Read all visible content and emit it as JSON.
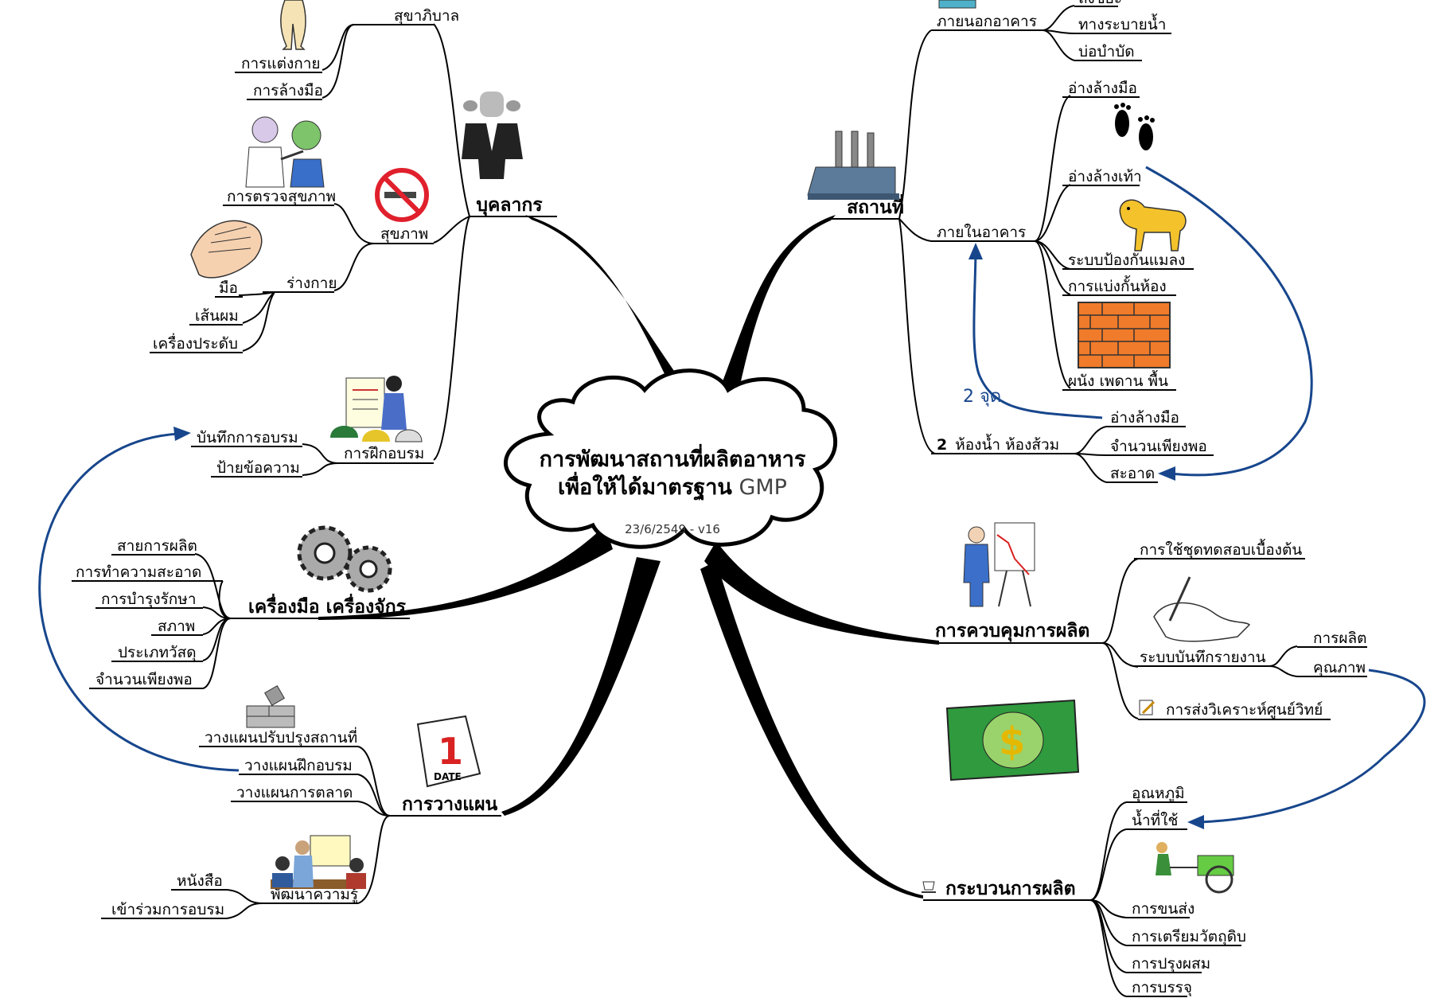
{
  "colors": {
    "arrow": "#17468c",
    "line": "#000000",
    "cloud_fill": "#ffffff"
  },
  "center": {
    "title_line1": "การพัฒนาสถานที่ผลิตอาหาร",
    "title_line2_bold": "เพื่อให้ได้มาตรฐาน",
    "title_line2_light": " GMP",
    "subtitle": "23/6/2549 - v16"
  },
  "branches": {
    "personnel": {
      "label": "บุคลากร",
      "sanitation": "สุขาภิบาล",
      "dressing": "การแต่งกาย",
      "handwash": "การล้างมือ",
      "health": "สุขภาพ",
      "health_check": "การตรวจสุขภาพ",
      "body": "ร่างกาย",
      "hand": "มือ",
      "hair": "เส้นผม",
      "jewelry": "เครื่องประดับ",
      "training": "การฝึกอบรม",
      "training_record": "บันทึกการอบรม",
      "signage": "ป้ายข้อความ"
    },
    "place": {
      "label": "สถานที่",
      "outside": "ภายนอกอาคาร",
      "outside_top": "ถังขยะ",
      "drainage": "ทางระบายน้ำ",
      "treatment_pond": "บ่อบำบัด",
      "inside": "ภายในอาคาร",
      "handwash_sink": "อ่างล้างมือ",
      "footbath": "อ่างล้างเท้า",
      "pest_control": "ระบบป้องกันแมลง",
      "partition": "การแบ่งกั้นห้อง",
      "walls": "ผนัง เพดาน พื้น",
      "restroom_num": "2",
      "restroom": "ห้องน้ำ ห้องส้วม",
      "restroom_sink": "อ่างล้างมือ",
      "sufficient": "จำนวนเพียงพอ",
      "clean": "สะอาด",
      "note_2points": "2 จุด"
    },
    "tools": {
      "label": "เครื่องมือ เครื่องจักร",
      "line": "สายการผลิต",
      "cleaning": "การทำความสะอาด",
      "maintenance": "การบำรุงรักษา",
      "condition": "สภาพ",
      "material": "ประเภทวัสดุ",
      "enough": "จำนวนเพียงพอ"
    },
    "planning": {
      "label": "การวางแผน",
      "improve": "วางแผนปรับปรุงสถานที่",
      "train": "วางแผนฝึกอบรม",
      "market": "วางแผนการตลาด",
      "knowledge": "พัฒนาความรู้",
      "books": "หนังสือ",
      "attend": "เข้าร่วมการอบรม",
      "calendar_num": "1",
      "calendar_word": "DATE"
    },
    "control": {
      "label": "การควบคุมการผลิต",
      "testkit": "การใช้ชุดทดสอบเบื้องต้น",
      "record": "ระบบบันทึกรายงาน",
      "production": "การผลิต",
      "quality": "คุณภาพ",
      "lab": "การส่งวิเคราะห์ศูนย์วิทย์"
    },
    "process": {
      "label": "กระบวนการผลิต",
      "temperature": "อุณหภูมิ",
      "water": "น้ำที่ใช้",
      "transport": "การขนส่ง",
      "raw": "การเตรียมวัตถุดิบ",
      "mixing": "การปรุงผสม",
      "packing": "การบรรจุ"
    }
  },
  "icons": [
    "person-icon",
    "stressed-man-icon",
    "doctor-icon",
    "no-smoking-icon",
    "hand-icon",
    "training-icon",
    "factory-icon",
    "building-icon",
    "footprints-icon",
    "dog-icon",
    "brick-wall-icon",
    "presenter-chart-icon",
    "writing-hand-icon",
    "money-icon",
    "gears-icon",
    "bricks-icon",
    "calendar-icon",
    "meeting-icon",
    "rickshaw-icon",
    "note-icon",
    "cup-icon"
  ]
}
